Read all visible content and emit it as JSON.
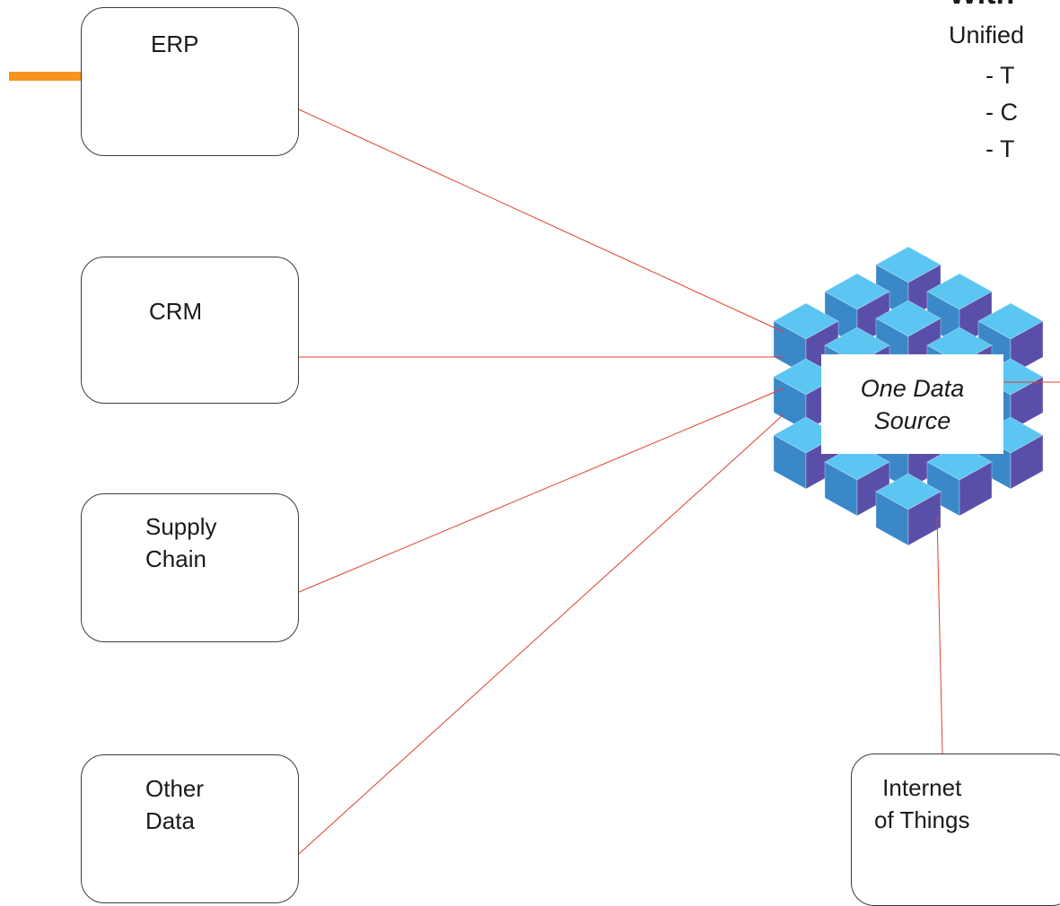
{
  "nodes": {
    "erp": "ERP",
    "crm": "CRM",
    "supply_chain": "Supply\nChain",
    "other_data": "Other\nData",
    "iot": "Internet\nof Things"
  },
  "center": {
    "label": "One Data\nSource",
    "icon": "cube-cluster-icon"
  },
  "side_panel": {
    "heading_fragment": "With",
    "line": "Unified",
    "bullets": [
      "- T",
      "- C",
      "- T"
    ]
  },
  "colors": {
    "connector": "#e0402c",
    "accent": "#f7941d",
    "cube_light": "#5bc6f2",
    "cube_mid": "#3a88c8",
    "cube_dark": "#5a4fa8"
  }
}
